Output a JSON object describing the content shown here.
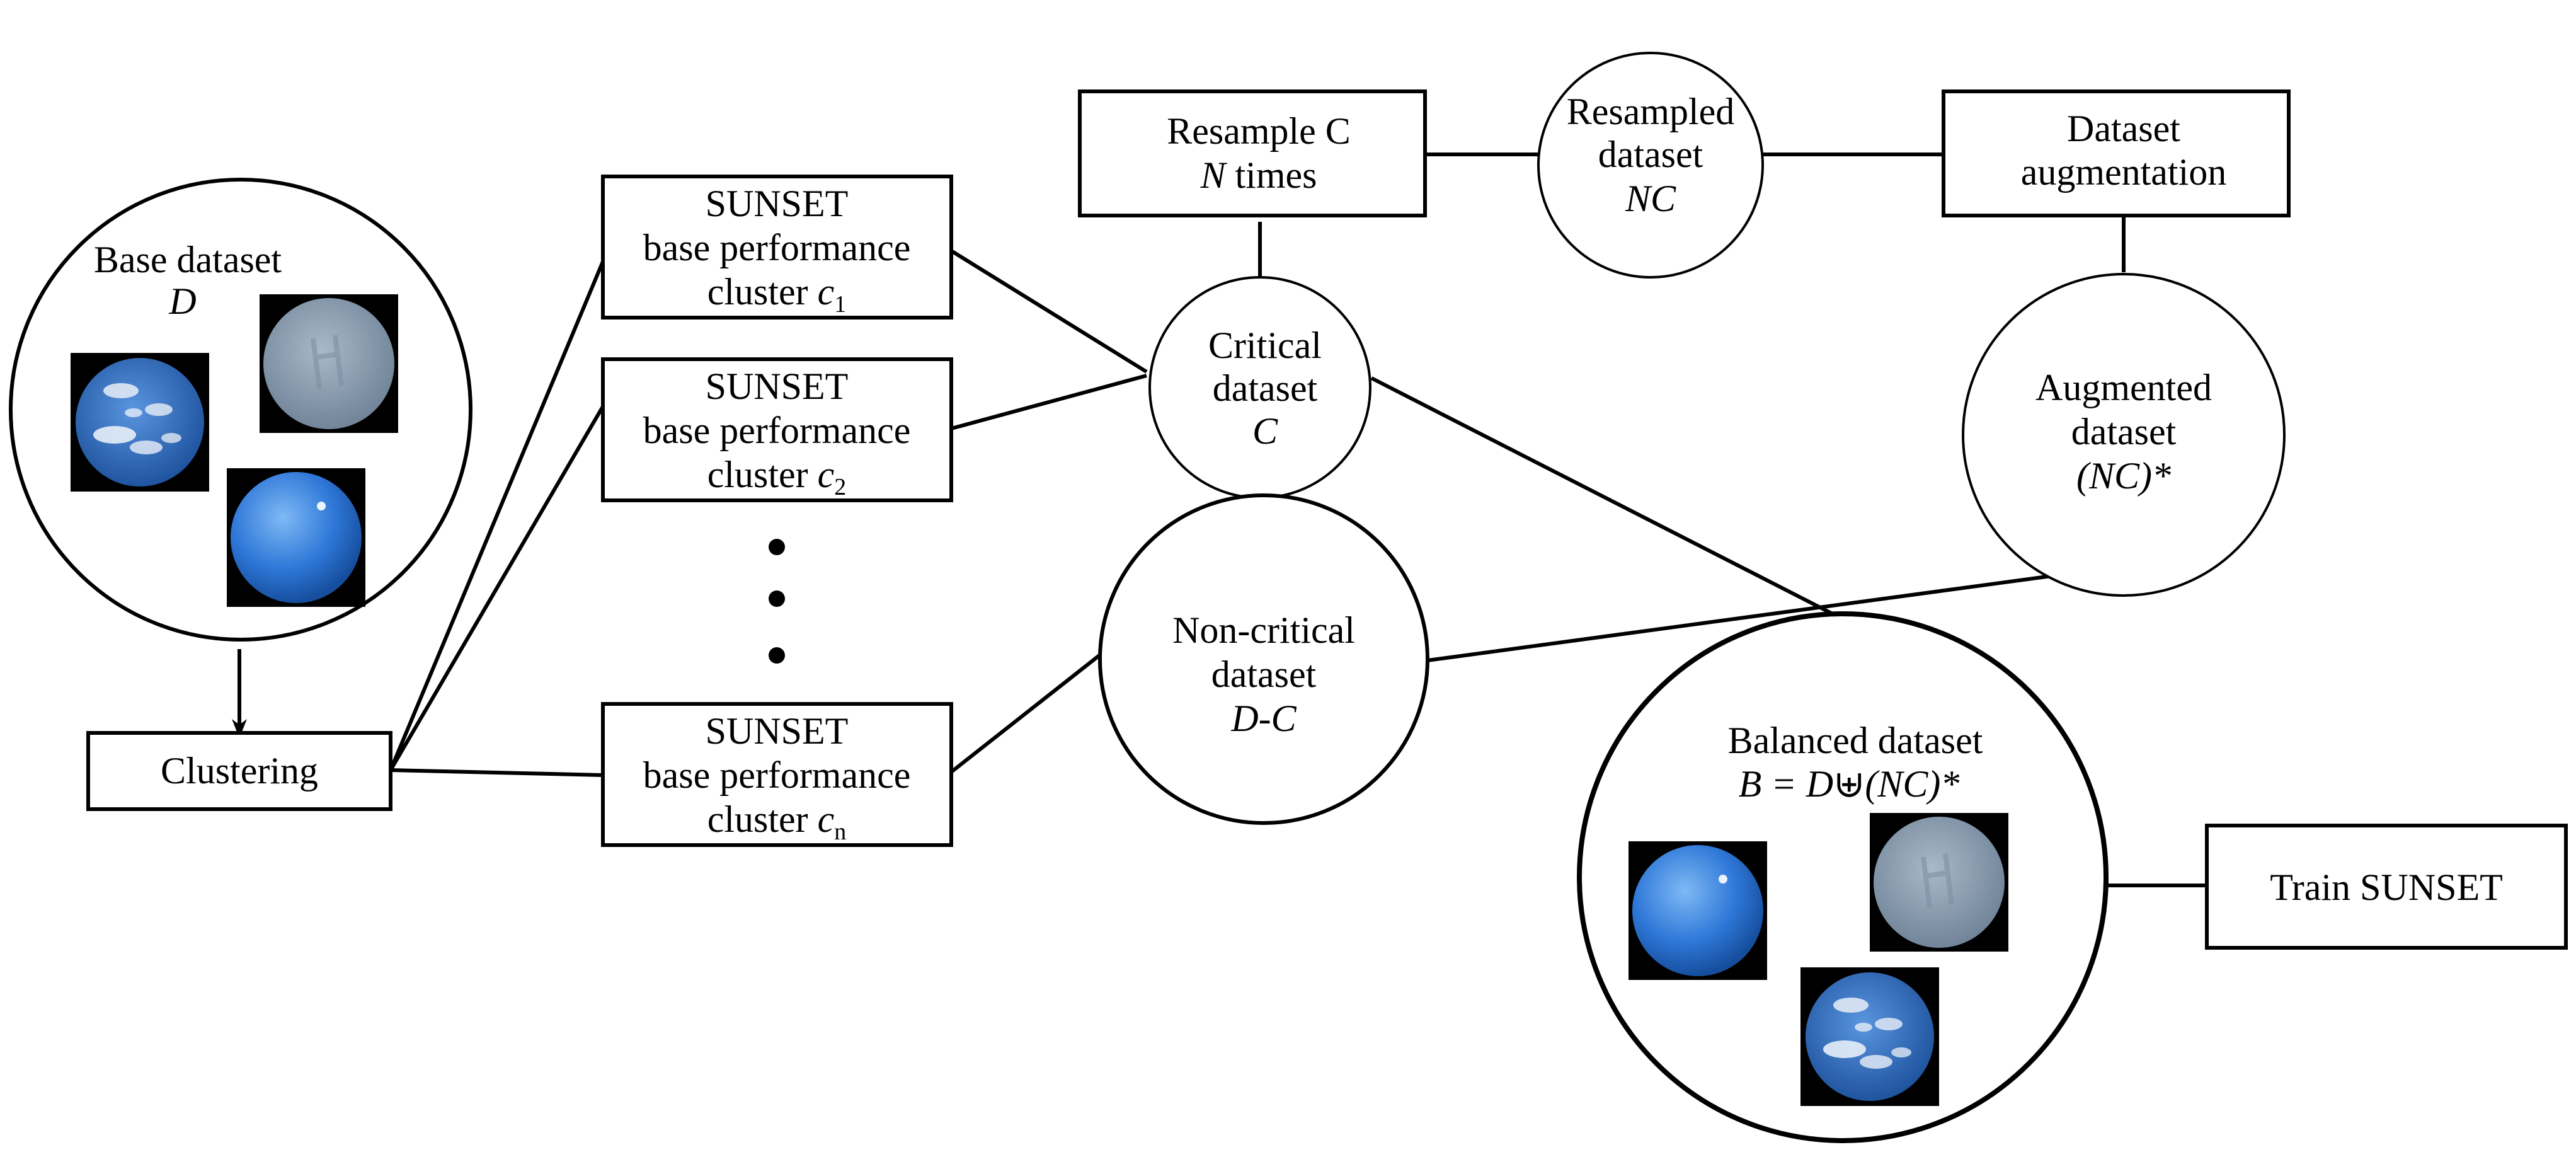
{
  "colors": {
    "stroke": "#000000",
    "background": "#ffffff",
    "sky_dark": "#1f62c8",
    "sky_light": "#5fa2ee",
    "cloud": "#dfe8f4",
    "overcast": "#8e9fb0"
  },
  "nodes": {
    "base_dataset": {
      "line1": "Base dataset",
      "line2": "D"
    },
    "clustering": {
      "label": "Clustering"
    },
    "cluster_1": {
      "line1": "SUNSET",
      "line2": "base performance",
      "line3_prefix": "cluster ",
      "var": "c",
      "sub": "1"
    },
    "cluster_2": {
      "line1": "SUNSET",
      "line2": "base performance",
      "line3_prefix": "cluster ",
      "var": "c",
      "sub": "2"
    },
    "cluster_n": {
      "line1": "SUNSET",
      "line2": "base performance",
      "line3_prefix": "cluster ",
      "var": "c",
      "sub": "n"
    },
    "ellipsis": {
      "dots": "⋮"
    },
    "critical": {
      "line1": "Critical",
      "line2": "dataset",
      "line3": "C"
    },
    "non_critical": {
      "line1": "Non-critical",
      "line2": "dataset",
      "line3": "D-C"
    },
    "resample": {
      "line1": "Resample C",
      "line2_var": "N",
      "line2_rest": " times"
    },
    "resampled": {
      "line1": "Resampled",
      "line2": "dataset",
      "line3": "NC"
    },
    "augmentation": {
      "line1": "Dataset",
      "line2": "augmentation"
    },
    "augmented": {
      "line1": "Augmented",
      "line2": "dataset",
      "line3": "(NC)*"
    },
    "balanced": {
      "line1": "Balanced dataset",
      "line2": "B = D⊎(NC)*"
    },
    "train": {
      "label": "Train SUNSET"
    }
  }
}
